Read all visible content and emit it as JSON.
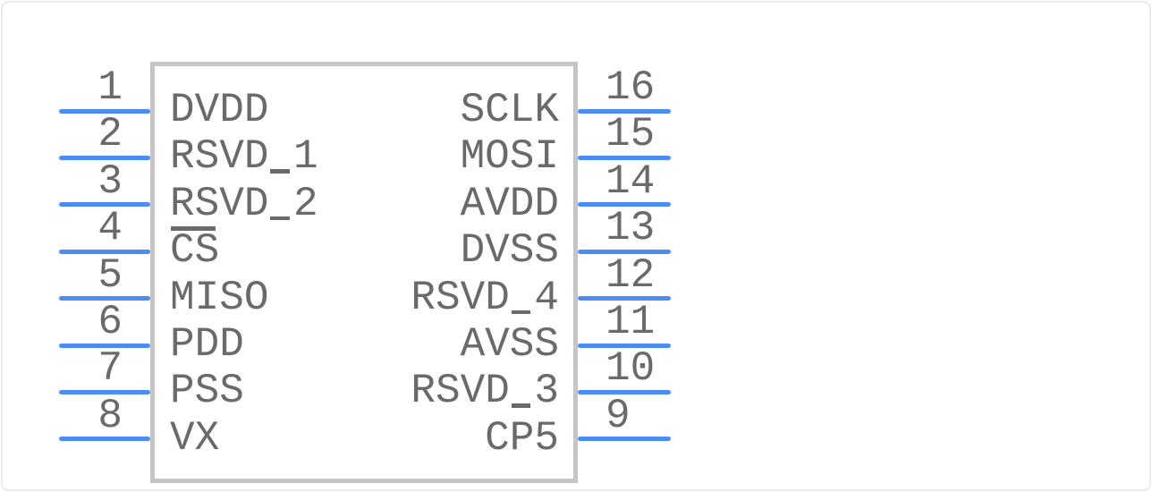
{
  "diagram": {
    "type": "schematic-symbol-preview",
    "pin_count": 16,
    "colors": {
      "background": "#ffffff",
      "frame_border": "#eaeaea",
      "body_border": "#c5c5c5",
      "pin_lead": "#4b8df4",
      "text": "#6a6a6a"
    },
    "left_pins": [
      {
        "number": "1",
        "name": "DVDD"
      },
      {
        "number": "2",
        "name": "RSVD_1"
      },
      {
        "number": "3",
        "name": "RSVD_2"
      },
      {
        "number": "4",
        "name": "CS",
        "overbar_chars": [
          0,
          1
        ]
      },
      {
        "number": "5",
        "name": "MISO"
      },
      {
        "number": "6",
        "name": "PDD"
      },
      {
        "number": "7",
        "name": "PSS"
      },
      {
        "number": "8",
        "name": "VX"
      }
    ],
    "right_pins": [
      {
        "number": "16",
        "name": "SCLK"
      },
      {
        "number": "15",
        "name": "MOSI"
      },
      {
        "number": "14",
        "name": "AVDD"
      },
      {
        "number": "13",
        "name": "DVSS"
      },
      {
        "number": "12",
        "name": "RSVD_4"
      },
      {
        "number": "11",
        "name": "AVSS"
      },
      {
        "number": "10",
        "name": "RSVD_3"
      },
      {
        "number": "9",
        "name": "CP5"
      }
    ]
  }
}
